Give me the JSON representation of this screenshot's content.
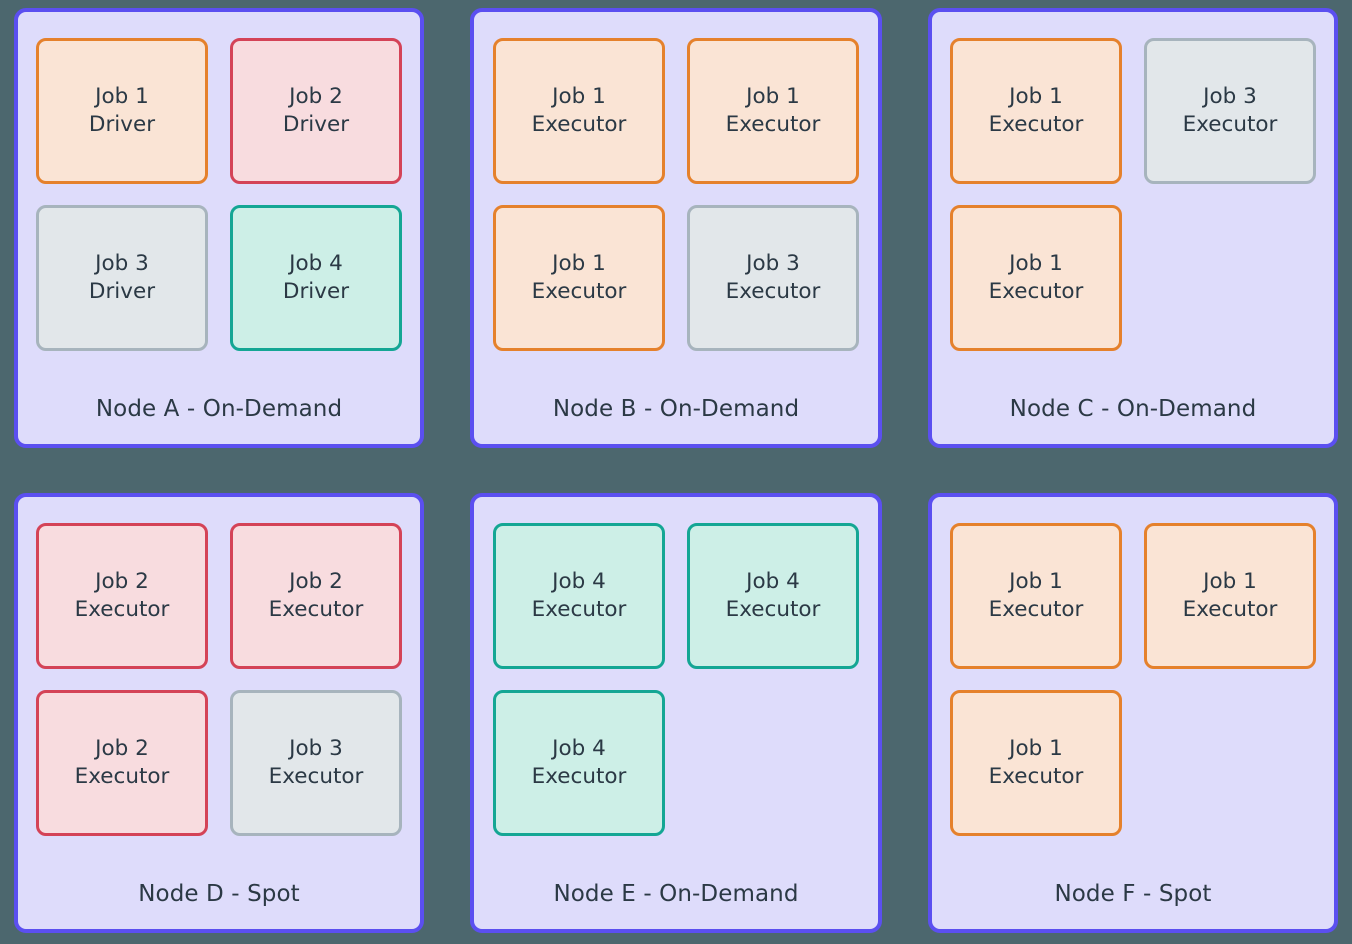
{
  "theme": {
    "background": "#4c676e",
    "node_fill": "#dedcfb",
    "node_border": "#5b4ff0",
    "text": "#2b3945",
    "job_colors": {
      "job-1": {
        "fill": "#fae4d5",
        "border": "#e5812c"
      },
      "job-2": {
        "fill": "#f8dcdf",
        "border": "#d44357"
      },
      "job-3": {
        "fill": "#e2e7ea",
        "border": "#a7b4bd"
      },
      "job-4": {
        "fill": "#cdefe7",
        "border": "#14a694"
      }
    }
  },
  "nodes": [
    {
      "id": "node-a",
      "label": "Node A - On-Demand",
      "slots": [
        {
          "job": "job-1",
          "line1": "Job 1",
          "line2": "Driver",
          "empty": false
        },
        {
          "job": "job-2",
          "line1": "Job 2",
          "line2": "Driver",
          "empty": false
        },
        {
          "job": "job-3",
          "line1": "Job 3",
          "line2": "Driver",
          "empty": false
        },
        {
          "job": "job-4",
          "line1": "Job 4",
          "line2": "Driver",
          "empty": false
        }
      ]
    },
    {
      "id": "node-b",
      "label": "Node B - On-Demand",
      "slots": [
        {
          "job": "job-1",
          "line1": "Job 1",
          "line2": "Executor",
          "empty": false
        },
        {
          "job": "job-1",
          "line1": "Job 1",
          "line2": "Executor",
          "empty": false
        },
        {
          "job": "job-1",
          "line1": "Job 1",
          "line2": "Executor",
          "empty": false
        },
        {
          "job": "job-3",
          "line1": "Job 3",
          "line2": "Executor",
          "empty": false
        }
      ]
    },
    {
      "id": "node-c",
      "label": "Node C - On-Demand",
      "slots": [
        {
          "job": "job-1",
          "line1": "Job 1",
          "line2": "Executor",
          "empty": false
        },
        {
          "job": "job-3",
          "line1": "Job 3",
          "line2": "Executor",
          "empty": false
        },
        {
          "job": "job-1",
          "line1": "Job 1",
          "line2": "Executor",
          "empty": false
        },
        {
          "job": "",
          "line1": "",
          "line2": "",
          "empty": true
        }
      ]
    },
    {
      "id": "node-d",
      "label": "Node D - Spot",
      "slots": [
        {
          "job": "job-2",
          "line1": "Job 2",
          "line2": "Executor",
          "empty": false
        },
        {
          "job": "job-2",
          "line1": "Job 2",
          "line2": "Executor",
          "empty": false
        },
        {
          "job": "job-2",
          "line1": "Job 2",
          "line2": "Executor",
          "empty": false
        },
        {
          "job": "job-3",
          "line1": "Job 3",
          "line2": "Executor",
          "empty": false
        }
      ]
    },
    {
      "id": "node-e",
      "label": "Node E - On-Demand",
      "slots": [
        {
          "job": "job-4",
          "line1": "Job 4",
          "line2": "Executor",
          "empty": false
        },
        {
          "job": "job-4",
          "line1": "Job 4",
          "line2": "Executor",
          "empty": false
        },
        {
          "job": "job-4",
          "line1": "Job 4",
          "line2": "Executor",
          "empty": false
        },
        {
          "job": "",
          "line1": "",
          "line2": "",
          "empty": true
        }
      ]
    },
    {
      "id": "node-f",
      "label": "Node F - Spot",
      "slots": [
        {
          "job": "job-1",
          "line1": "Job 1",
          "line2": "Executor",
          "empty": false
        },
        {
          "job": "job-1",
          "line1": "Job 1",
          "line2": "Executor",
          "empty": false
        },
        {
          "job": "job-1",
          "line1": "Job 1",
          "line2": "Executor",
          "empty": false
        },
        {
          "job": "",
          "line1": "",
          "line2": "",
          "empty": true
        }
      ]
    }
  ]
}
